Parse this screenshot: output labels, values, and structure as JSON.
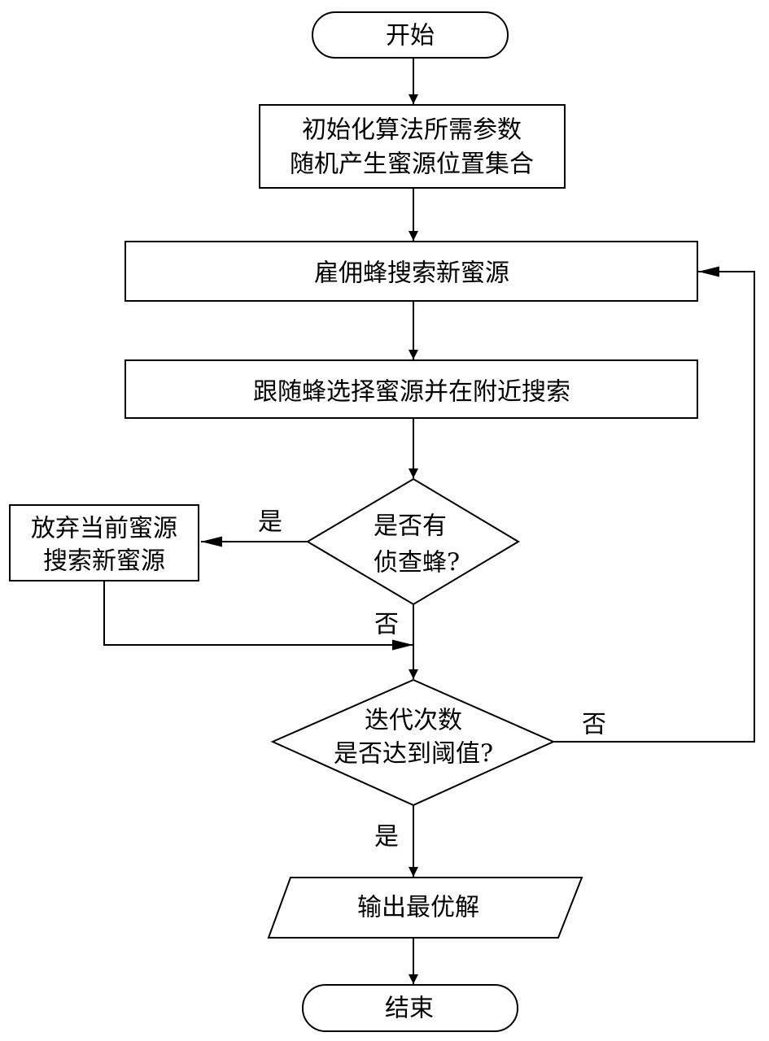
{
  "nodes": {
    "start": {
      "text": "开始"
    },
    "init": {
      "line1": "初始化算法所需参数",
      "line2": "随机产生蜜源位置集合"
    },
    "employed": {
      "text": "雇佣蜂搜索新蜜源"
    },
    "onlooker": {
      "text": "跟随蜂选择蜜源并在附近搜索"
    },
    "scout_check": {
      "line1": "是否有",
      "line2": "侦查蜂?"
    },
    "abandon": {
      "line1": "放弃当前蜜源",
      "line2": "搜索新蜜源"
    },
    "iter_check": {
      "line1": "迭代次数",
      "line2": "是否达到阈值?"
    },
    "output": {
      "text": "输出最优解"
    },
    "end": {
      "text": "结束"
    }
  },
  "edges": {
    "scout_yes": "是",
    "scout_no": "否",
    "iter_no": "否",
    "iter_yes": "是"
  }
}
